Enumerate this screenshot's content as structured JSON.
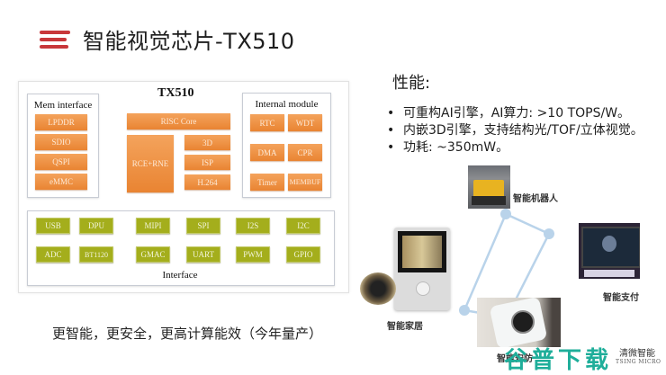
{
  "header": {
    "icon": "menu-bars-icon",
    "title": "智能视觉芯片-TX510"
  },
  "chip_diagram": {
    "title": "TX510",
    "mem_interface": {
      "title": "Mem interface",
      "blocks": [
        "LPDDR",
        "SDIO",
        "QSPI",
        "eMMC"
      ]
    },
    "core": {
      "risc": "RISC Core",
      "rce_rne": "RCE+RNE",
      "side_blocks": [
        "3D",
        "ISP",
        "H.264"
      ]
    },
    "internal_module": {
      "title": "Internal module",
      "blocks": [
        "RTC",
        "WDT",
        "DMA",
        "CPR",
        "Timer",
        "MEMBUF"
      ]
    },
    "interface": {
      "title": "Interface",
      "row1": [
        "USB",
        "DPU",
        "MIPI",
        "SPI",
        "I2S",
        "I2C"
      ],
      "row2": [
        "ADC",
        "BT1120",
        "GMAC",
        "UART",
        "PWM",
        "GPIO"
      ]
    },
    "colors": {
      "orange": "#ec8c3c",
      "green": "#a4ae1c"
    }
  },
  "performance": {
    "title": "性能:",
    "items": [
      "可重构AI引擎，AI算力: >10 TOPS/W。",
      "内嵌3D引擎，支持结构光/TOF/立体视觉。",
      "功耗:  ~350mW。"
    ]
  },
  "slogan": "更智能，更安全，更高计算能效（今年量产）",
  "applications": {
    "robot": "智能机器人",
    "payment": "智能支付",
    "home": "智能家居",
    "camera": "智能安防"
  },
  "watermark": {
    "text": "谷普下载",
    "brand_cn": "清微智能",
    "brand_en": "TSING MICRO"
  }
}
